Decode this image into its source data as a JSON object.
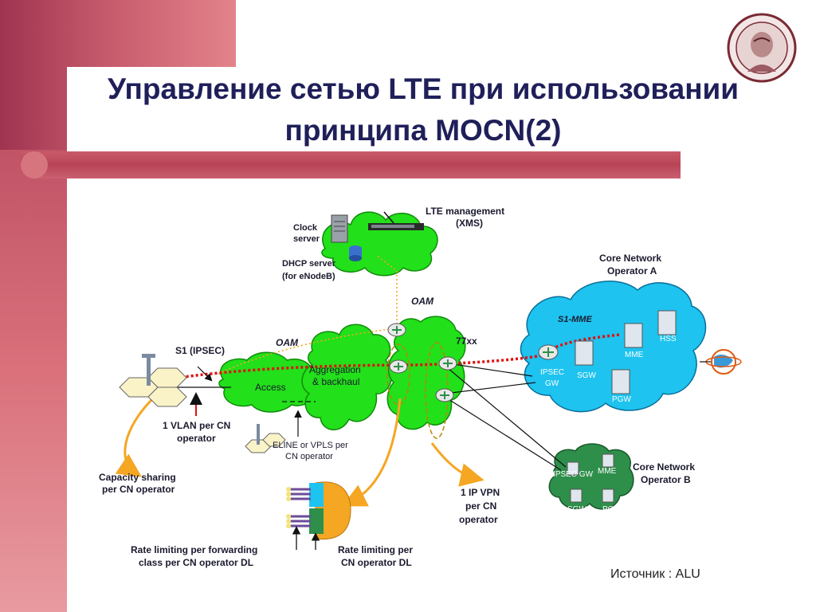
{
  "slide": {
    "title_line1": "Управление  сетью LTE при использовании",
    "title_line2": "принципа MOCN(2)",
    "source": "Источник : ALU"
  },
  "diagram": {
    "lte_management": "LTE management",
    "xms": "(XMS)",
    "clock_server_1": "Clock",
    "clock_server_2": "server",
    "dhcp_server_1": "DHCP server",
    "dhcp_server_2": "(for eNodeB)",
    "oam_top": "OAM",
    "oam_left": "OAM",
    "s1_ipsec": "S1 (IPSEC)",
    "label_77xx": "77xx",
    "access": "Access",
    "aggregation_1": "Aggregation",
    "aggregation_2": "& backhaul",
    "vlan_1": "1 VLAN per CN",
    "vlan_2": "operator",
    "eline_1": "ELINE or VPLS per",
    "eline_2": "CN operator",
    "capacity_1": "Capacity sharing",
    "capacity_2": "per CN operator",
    "ipvpn_1": "1 IP VPN",
    "ipvpn_2": "per CN",
    "ipvpn_3": "operator",
    "rate_fwd_1": "Rate limiting per forwarding",
    "rate_fwd_2": "class per CN operator DL",
    "rate_cn_1": "Rate limiting per",
    "rate_cn_2": "CN operator DL",
    "core_a_1": "Core Network",
    "core_a_2": "Operator A",
    "s1_mme": "S1-MME",
    "hss": "HSS",
    "mme_a": "MME",
    "ipsec_gw_1": "IPSEC",
    "ipsec_gw_2": "GW",
    "sgw_a": "SGW",
    "pgw_a": "PGW",
    "core_b_1": "Core Network",
    "core_b_2": "Operator B",
    "ipsec_gw_b": "IPSEC GW",
    "mme_b": "MME",
    "sgw_b": "SGW",
    "pgw_b": "PGW"
  },
  "colors": {
    "cloud_green": "#22e01a",
    "cloud_blue": "#1ec3ef",
    "cloud_dark_green": "#2e8f4a",
    "arrow_orange": "#f5a623",
    "dotted_red": "#e01010",
    "title_navy": "#1f1f5a"
  },
  "icons": [
    "router-icon",
    "server-icon",
    "cell-tower-icon",
    "globe-icon",
    "database-icon"
  ]
}
